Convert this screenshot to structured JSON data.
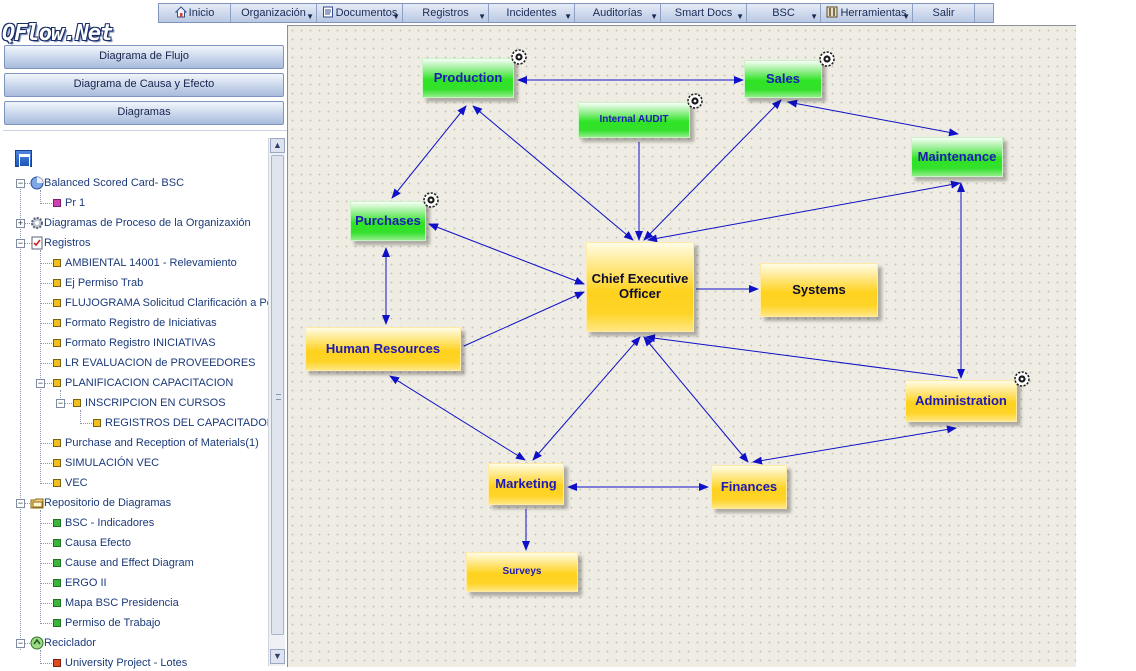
{
  "logo_text": "QFlow.Net",
  "menu": [
    {
      "label": "Inicio",
      "icon": "home-icon",
      "caret": false
    },
    {
      "label": "Organización",
      "icon": "",
      "caret": true
    },
    {
      "label": "Documentos",
      "icon": "document-icon",
      "caret": true
    },
    {
      "label": "Registros",
      "icon": "",
      "caret": true
    },
    {
      "label": "Incidentes",
      "icon": "",
      "caret": true
    },
    {
      "label": "Auditorías",
      "icon": "",
      "caret": true
    },
    {
      "label": "Smart Docs",
      "icon": "",
      "caret": true
    },
    {
      "label": "BSC",
      "icon": "",
      "caret": true
    },
    {
      "label": "Herramientas",
      "icon": "tools-icon",
      "caret": true
    },
    {
      "label": "Salir",
      "icon": "",
      "caret": false
    }
  ],
  "nav_buttons": [
    "Diagrama de Flujo",
    "Diagrama de Causa y Efecto",
    "Diagramas"
  ],
  "tree": [
    {
      "label": "Balanced Scored Card- BSC",
      "level": 0,
      "expander": "−",
      "icon": "bsc-icon"
    },
    {
      "label": "Pr 1",
      "level": 1,
      "icon": "pink"
    },
    {
      "label": "Diagramas de Proceso de la Organizaxión",
      "level": 0,
      "expander": "+",
      "icon": "process-gear-icon"
    },
    {
      "label": "Registros",
      "level": 0,
      "expander": "−",
      "icon": "records-icon"
    },
    {
      "label": "AMBIENTAL 14001 - Relevamiento",
      "level": 1,
      "icon": "yellow"
    },
    {
      "label": "Ej Permiso Trab",
      "level": 1,
      "icon": "yellow"
    },
    {
      "label": "FLUJOGRAMA Solicitud Clarificación a PeM",
      "level": 1,
      "icon": "yellow"
    },
    {
      "label": "Formato Registro de Iniciativas",
      "level": 1,
      "icon": "yellow"
    },
    {
      "label": "Formato Registro INICIATIVAS",
      "level": 1,
      "icon": "yellow"
    },
    {
      "label": "LR EVALUACION de PROVEEDORES",
      "level": 1,
      "icon": "yellow"
    },
    {
      "label": "PLANIFICACION CAPACITACION",
      "level": 1,
      "expander": "−",
      "icon": "yellow"
    },
    {
      "label": "INSCRIPCION EN CURSOS",
      "level": 2,
      "expander": "−",
      "icon": "yellow"
    },
    {
      "label": "REGISTROS DEL CAPACITADOR Y",
      "level": 3,
      "icon": "yellow"
    },
    {
      "label": "Purchase and Reception of Materials(1)",
      "level": 1,
      "icon": "yellow"
    },
    {
      "label": "SIMULACIÓN VEC",
      "level": 1,
      "icon": "yellow"
    },
    {
      "label": "VEC",
      "level": 1,
      "icon": "yellow"
    },
    {
      "label": "Repositorio de Diagramas",
      "level": 0,
      "expander": "−",
      "icon": "folder-icon"
    },
    {
      "label": "BSC - Indicadores",
      "level": 1,
      "icon": "green"
    },
    {
      "label": "Causa Efecto",
      "level": 1,
      "icon": "green"
    },
    {
      "label": "Cause and Effect Diagram",
      "level": 1,
      "icon": "green"
    },
    {
      "label": "ERGO II",
      "level": 1,
      "icon": "green"
    },
    {
      "label": "Mapa BSC Presidencia",
      "level": 1,
      "icon": "green"
    },
    {
      "label": "Permiso de Trabajo",
      "level": 1,
      "icon": "green"
    },
    {
      "label": "Reciclador",
      "level": 0,
      "expander": "−",
      "icon": "recycle-icon"
    },
    {
      "label": "University Project - Lotes",
      "level": 1,
      "icon": "red"
    }
  ],
  "diagram": {
    "nodes": [
      {
        "id": "production",
        "label": "Production",
        "color": "green",
        "gear": true
      },
      {
        "id": "sales",
        "label": "Sales",
        "color": "green",
        "gear": true
      },
      {
        "id": "audit",
        "label": "Internal AUDIT",
        "color": "green",
        "gear": true
      },
      {
        "id": "maintenance",
        "label": "Maintenance",
        "color": "green",
        "gear": false
      },
      {
        "id": "purchases",
        "label": "Purchases",
        "color": "green",
        "gear": true
      },
      {
        "id": "ceo",
        "label": "Chief Executive Officer",
        "color": "yellow",
        "gear": false
      },
      {
        "id": "systems",
        "label": "Systems",
        "color": "yellow",
        "gear": false
      },
      {
        "id": "hr",
        "label": "Human Resources",
        "color": "yellow",
        "gear": false
      },
      {
        "id": "administration",
        "label": "Administration",
        "color": "yellow",
        "gear": true
      },
      {
        "id": "marketing",
        "label": "Marketing",
        "color": "yellow",
        "gear": false
      },
      {
        "id": "finances",
        "label": "Finances",
        "color": "yellow",
        "gear": false
      },
      {
        "id": "surveys",
        "label": "Surveys",
        "color": "yellow",
        "gear": false
      }
    ],
    "edges": [
      {
        "from": "production",
        "to": "sales",
        "dir": "both"
      },
      {
        "from": "production",
        "to": "purchases",
        "dir": "both"
      },
      {
        "from": "production",
        "to": "ceo",
        "dir": "both"
      },
      {
        "from": "audit",
        "to": "ceo",
        "dir": "forward"
      },
      {
        "from": "sales",
        "to": "ceo",
        "dir": "both"
      },
      {
        "from": "sales",
        "to": "maintenance",
        "dir": "both"
      },
      {
        "from": "maintenance",
        "to": "ceo",
        "dir": "both"
      },
      {
        "from": "maintenance",
        "to": "administration",
        "dir": "both"
      },
      {
        "from": "purchases",
        "to": "ceo",
        "dir": "both"
      },
      {
        "from": "purchases",
        "to": "hr",
        "dir": "both"
      },
      {
        "from": "hr",
        "to": "ceo",
        "dir": "forward"
      },
      {
        "from": "ceo",
        "to": "systems",
        "dir": "forward"
      },
      {
        "from": "ceo",
        "to": "administration",
        "dir": "backward"
      },
      {
        "from": "ceo",
        "to": "marketing",
        "dir": "both"
      },
      {
        "from": "ceo",
        "to": "finances",
        "dir": "both"
      },
      {
        "from": "hr",
        "to": "marketing",
        "dir": "both"
      },
      {
        "from": "marketing",
        "to": "finances",
        "dir": "both"
      },
      {
        "from": "administration",
        "to": "finances",
        "dir": "both"
      },
      {
        "from": "marketing",
        "to": "surveys",
        "dir": "forward"
      }
    ],
    "colors": {
      "arrow": "#1010c8",
      "label": "#1d1ab8"
    }
  }
}
